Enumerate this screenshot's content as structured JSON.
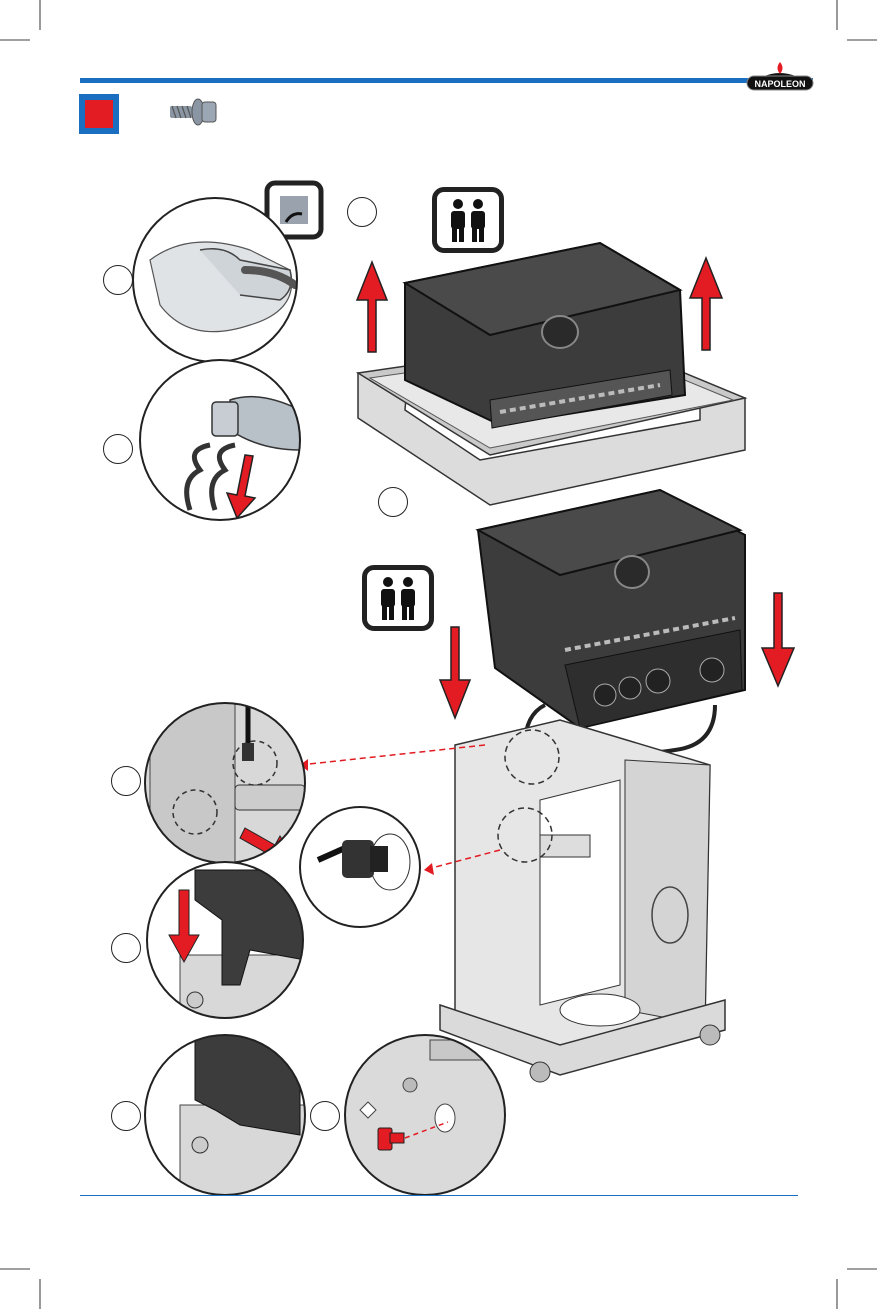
{
  "brand": {
    "name": "NAPOLEON",
    "accent_blue": "#1a6fc0",
    "accent_red": "#e31b23"
  },
  "header": {
    "step_badge_icon": "red-square-step-marker",
    "hardware_icon": "flange-bolt-icon"
  },
  "icons": {
    "two_person_lift": "two-person-icon",
    "cut_icon": "cut-packaging-icon",
    "arrow": "red-arrow-icon"
  },
  "illustration": {
    "grill_head": "grill-head-illustration",
    "cart": "cart-illustration",
    "box": "shipping-box-illustration"
  }
}
